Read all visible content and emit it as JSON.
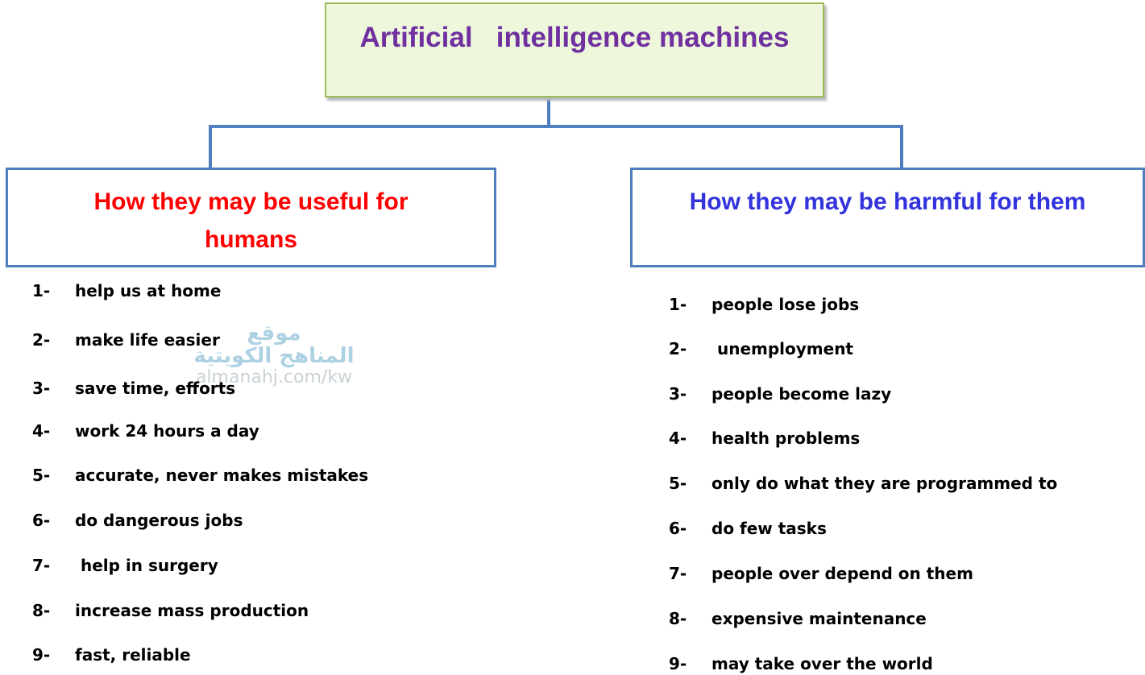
{
  "diagram": {
    "title": "Artificial   intelligence machines",
    "left": {
      "heading": "How they may be useful for humans",
      "items": [
        {
          "num": "1-",
          "text": "help us at home"
        },
        {
          "num": "2-",
          "text": "make life easier"
        },
        {
          "num": "3-",
          "text": "save time, efforts"
        },
        {
          "num": "4-",
          "text": "work 24 hours a day"
        },
        {
          "num": "5-",
          "text": "accurate, never makes mistakes"
        },
        {
          "num": "6-",
          "text": "do dangerous jobs"
        },
        {
          "num": "7-",
          "text": " help in surgery"
        },
        {
          "num": "8-",
          "text": "increase mass production"
        },
        {
          "num": "9-",
          "text": "fast, reliable"
        }
      ]
    },
    "right": {
      "heading": "How they may be harmful for them",
      "items": [
        {
          "num": "1-",
          "text": "people lose jobs"
        },
        {
          "num": "2-",
          "text": " unemployment"
        },
        {
          "num": "3-",
          "text": "people become lazy"
        },
        {
          "num": "4-",
          "text": "health problems"
        },
        {
          "num": "5-",
          "text": "only do what they are programmed to"
        },
        {
          "num": "6-",
          "text": "do few tasks"
        },
        {
          "num": "7-",
          "text": "people over depend on them"
        },
        {
          "num": "8-",
          "text": "expensive maintenance"
        },
        {
          "num": "9-",
          "text": "may take over the world"
        }
      ]
    }
  },
  "watermark": {
    "line1": "موقع",
    "line2": "المناهج الكويتية",
    "line3": "almanahj.com/kw"
  },
  "colors": {
    "title": "#7030a0",
    "title_fill": "#eef7dc",
    "title_border": "#9bbb59",
    "connector": "#4f7fbf",
    "left_heading": "#ff0000",
    "right_heading": "#3333dd",
    "list_text": "#000000"
  }
}
